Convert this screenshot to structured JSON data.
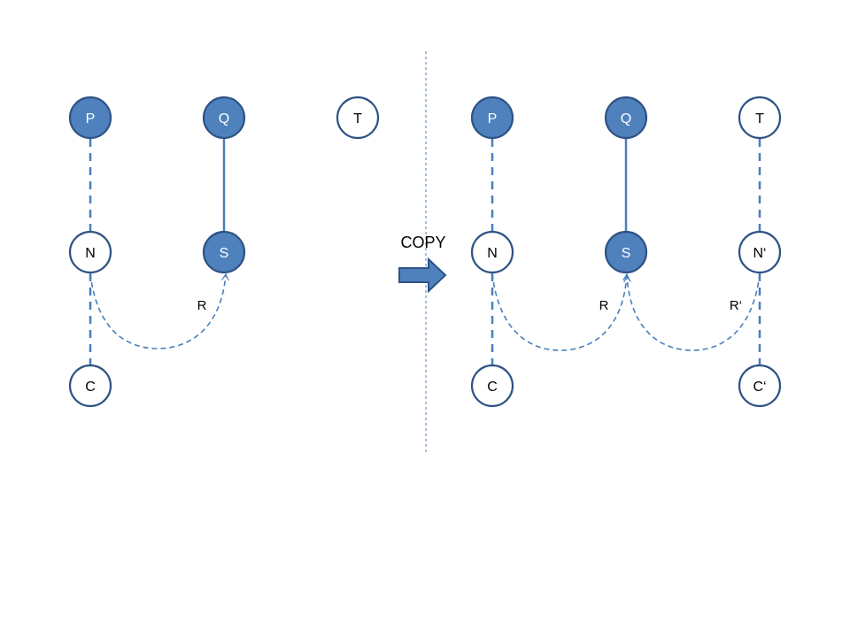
{
  "colors": {
    "accent_fill": "#4f81bd",
    "node_stroke": "#2e5385",
    "edge": "#4a7ebb",
    "divider": "#4a7ebb",
    "background": "#ffffff",
    "label_light": "#ffffff",
    "label_dark": "#000000"
  },
  "copy_label": "COPY",
  "before": {
    "nodes": {
      "p": {
        "label": "P",
        "filled": true
      },
      "q": {
        "label": "Q",
        "filled": true
      },
      "t": {
        "label": "T",
        "filled": false
      },
      "n": {
        "label": "N",
        "filled": false
      },
      "s": {
        "label": "S",
        "filled": true
      },
      "c": {
        "label": "C",
        "filled": false
      }
    },
    "edge_labels": {
      "r": "R"
    }
  },
  "after": {
    "nodes": {
      "p": {
        "label": "P",
        "filled": true
      },
      "q": {
        "label": "Q",
        "filled": true
      },
      "t": {
        "label": "T",
        "filled": false
      },
      "n": {
        "label": "N",
        "filled": false
      },
      "s": {
        "label": "S",
        "filled": true
      },
      "n2": {
        "label": "N‘",
        "filled": false
      },
      "c": {
        "label": "C",
        "filled": false
      },
      "c2": {
        "label": "C‘",
        "filled": false
      }
    },
    "edge_labels": {
      "r": "R",
      "r2": "R‘"
    }
  }
}
